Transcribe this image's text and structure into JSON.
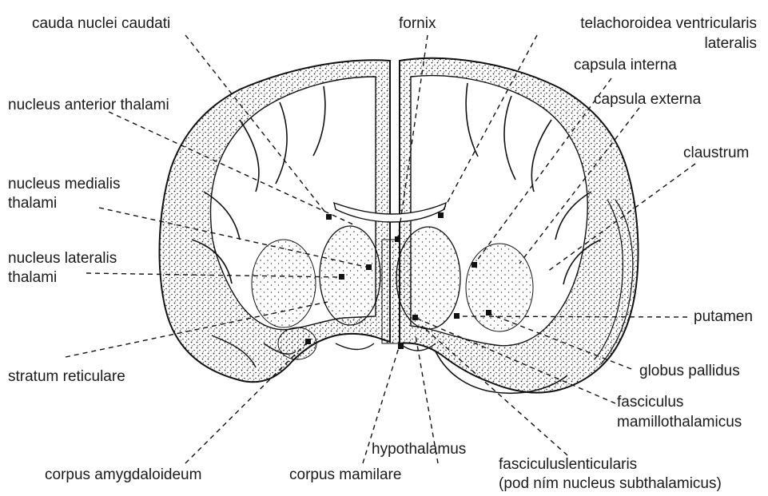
{
  "labels": {
    "cauda_nuclei_caudati": "cauda nuclei caudati",
    "fornix": "fornix",
    "telachoroidea_l1": "telachoroidea ventricularis",
    "telachoroidea_l2": "lateralis",
    "capsula_interna": "capsula interna",
    "capsula_externa": "capsula externa",
    "claustrum": "claustrum",
    "nucleus_anterior_thalami": "nucleus anterior thalami",
    "nucleus_medialis_l1": "nucleus medialis",
    "nucleus_medialis_l2": "thalami",
    "nucleus_lateralis_l1": "nucleus lateralis",
    "nucleus_lateralis_l2": "thalami",
    "putamen": "putamen",
    "stratum_reticulare": "stratum reticulare",
    "globus_pallidus": "globus pallidus",
    "fasciculus_mam_l1": "fasciculus",
    "fasciculus_mam_l2": "mamillothalamicus",
    "hypothalamus": "hypothalamus",
    "corpus_amygdaloideum": "corpus amygdaloideum",
    "corpus_mamilare": "corpus mamilare",
    "fasciculus_lent_l1": "fasciculuslenticularis",
    "fasciculus_lent_l2": "(pod ním nucleus subthalamicus)"
  }
}
